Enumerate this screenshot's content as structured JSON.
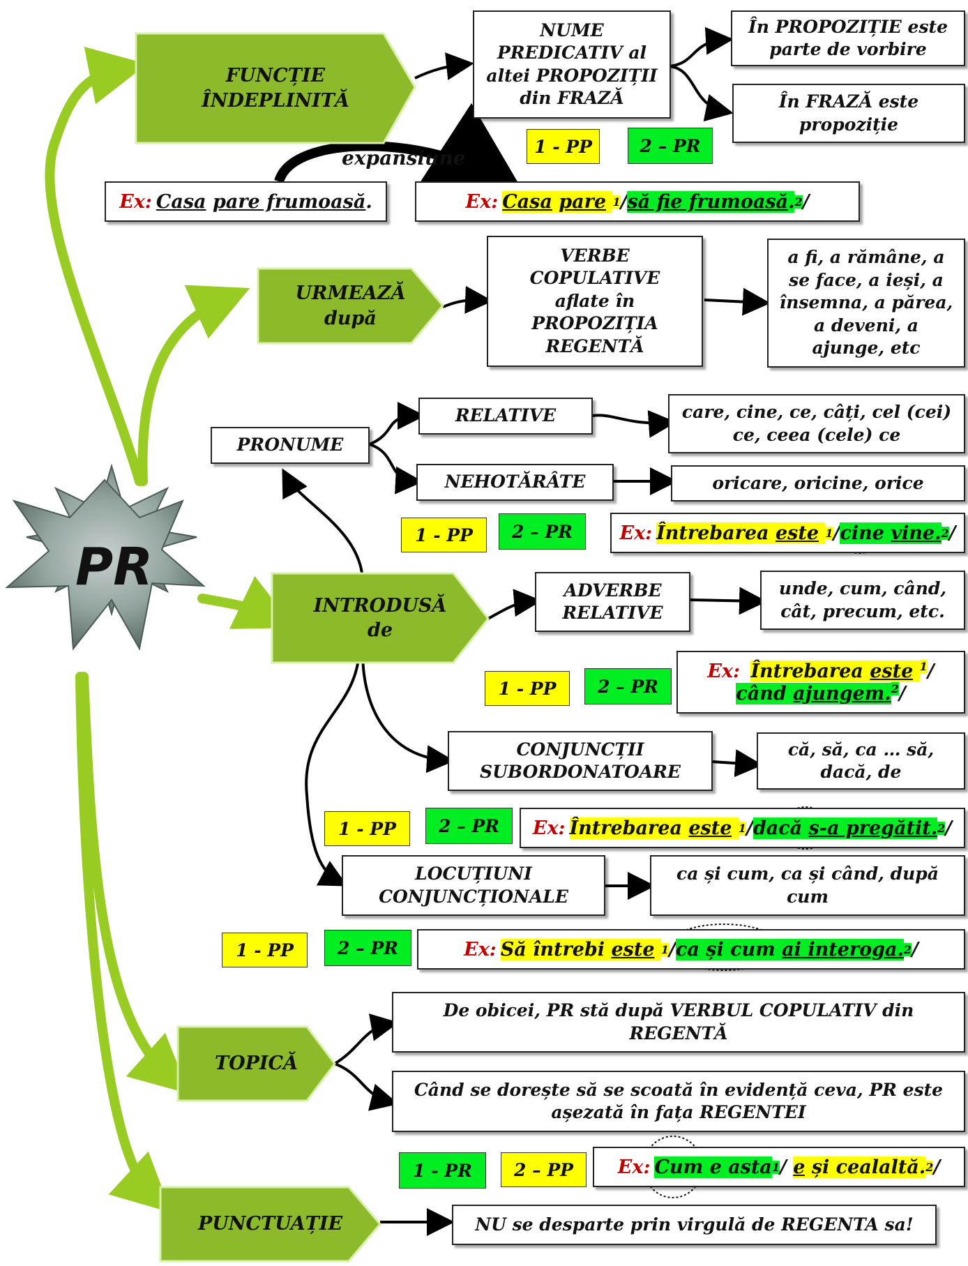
{
  "center": {
    "label": "PR"
  },
  "green_nodes": {
    "functie": "FUNCȚIE\nÎNDEPLINITĂ",
    "urmeaza": "URMEAZĂ\ndupă",
    "introdusa": "INTRODUSĂ\nde",
    "topica": "TOPICĂ",
    "punctuatie": "PUNCTUAȚIE"
  },
  "functie": {
    "nume_predicativ": "NUME\nPREDICATIV al\naltei PROPOZIȚII\ndin FRAZĂ",
    "in_propozitie": "În PROPOZIȚIE este\nparte de vorbire",
    "in_fraza": "În FRAZĂ este\npropoziție",
    "tag1": "1 - PP",
    "tag2": "2 – PR",
    "expansiune": "expansiune",
    "ex1_label": "Ex:",
    "ex1_w1": "Casa",
    "ex1_w2": "pare frumoasă",
    "ex1_end": ".",
    "ex2_label": "Ex:",
    "ex2_a": "Casa",
    "ex2_b": "pare",
    "ex2_sup1": "1",
    "ex2_sep": "/",
    "ex2_c": "să fie frumoasă",
    "ex2_dot": ".",
    "ex2_sup2": "2",
    "ex2_end": "/"
  },
  "urmeaza": {
    "verbe": "VERBE\nCOPULATIVE\naflate în\nPROPOZIȚIA\nREGENTĂ",
    "lista": "a fi, a rămâne, a\nse face, a ieși, a\nînsemna, a părea,\na deveni, a\najunge, etc"
  },
  "introdusa": {
    "pronume": "PRONUME",
    "relative": "RELATIVE",
    "relative_list": "care, cine, ce, câți, cel (cei)\nce, ceea (cele) ce",
    "nehotarate": "NEHOTĂRÂTE",
    "nehotarate_list": "oricare, oricine, orice",
    "ex_pron": {
      "tag1": "1 - PP",
      "tag2": "2 – PR",
      "label": "Ex:",
      "a": "Întrebarea",
      "b": "este",
      "sup1": "1",
      "sep": "/",
      "c": "cine",
      "d": "vine.",
      "sup2": "2",
      "end": "/"
    },
    "adverbe": "ADVERBE\nRELATIVE",
    "adverbe_list": "unde, cum, când,\ncât, precum, etc.",
    "ex_adv": {
      "tag1": "1 - PP",
      "tag2": "2 – PR",
      "label": "Ex:",
      "a": "Întrebarea",
      "b": "este",
      "sup1": "1",
      "sep": "/",
      "c": "când",
      "d": "ajungem.",
      "sup2": "2",
      "end": "/"
    },
    "conjunctii": "CONJUNCȚII\nSUBORDONATOARE",
    "conjunctii_list": "că, să, ca … să,\ndacă, de",
    "ex_conj": {
      "tag1": "1 - PP",
      "tag2": "2 – PR",
      "label": "Ex:",
      "a": "Întrebarea",
      "b": "este",
      "sup1": "1",
      "sep": "/",
      "c": "dacă",
      "d": "s-a pregătit.",
      "sup2": "2",
      "end": "/"
    },
    "locutiuni": "LOCUȚIUNI\nCONJUNCȚIONALE",
    "locutiuni_list": "ca și cum, ca și când, după\ncum",
    "ex_loc": {
      "tag1": "1 - PP",
      "tag2": "2 – PR",
      "label": "Ex:",
      "a": "Să întrebi",
      "b": "este",
      "sup1": "1",
      "sep": "/",
      "c": "ca și cum",
      "d": "ai interoga.",
      "sup2": "2",
      "end": "/"
    }
  },
  "topica": {
    "t1": "De obicei, PR stă după VERBUL COPULATIV din\nREGENTĂ",
    "t2": "Când se dorește să se scoată în evidență ceva, PR este\nașezată în fața REGENTEI",
    "tag1": "1 - PR",
    "tag2": "2 – PP",
    "ex": {
      "label": "Ex:",
      "a": "Cum",
      "b": "e asta",
      "sup1": "1",
      "sep": "/",
      "c": "e",
      "d": "și cealaltă.",
      "sup2": "2",
      "end": "/"
    }
  },
  "punctuatie": {
    "text": "NU se desparte prin virgulă de REGENTA sa!"
  },
  "colors": {
    "green_light": "#a6d23c",
    "green_dark": "#6a9a18",
    "yellow": "#ffff00",
    "green_hl": "#00ee22",
    "ex_red": "#c00000",
    "branch": "#99cc22"
  }
}
